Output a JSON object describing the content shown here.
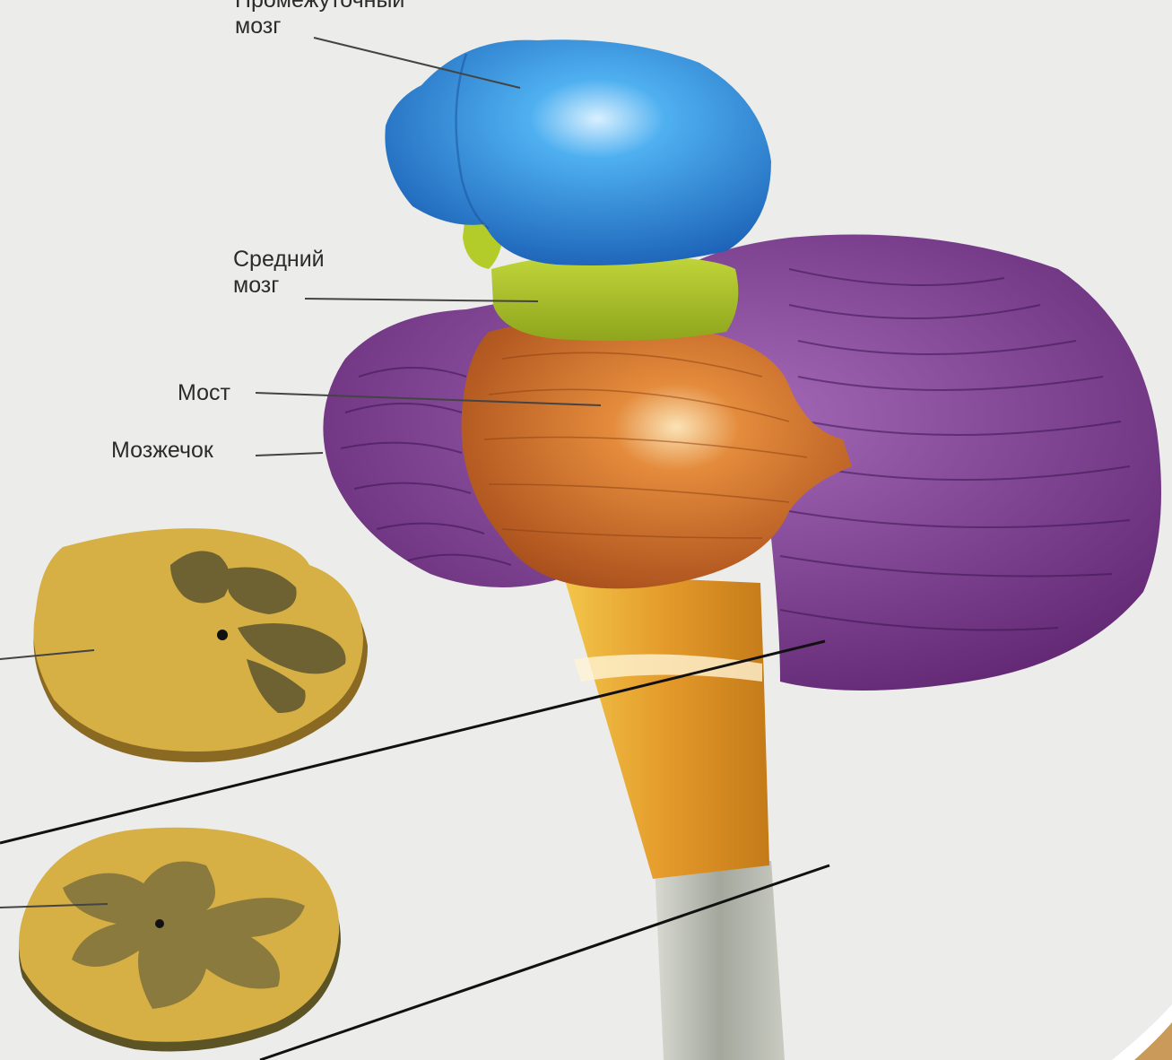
{
  "labels": {
    "diencephalon": {
      "line1": "Промежуточный",
      "line2": "мозг"
    },
    "midbrain": {
      "line1": "Средний",
      "line2": "мозг"
    },
    "pons": "Мост",
    "cerebellum": "Мозжечок"
  },
  "colors": {
    "background": "#ececea",
    "diencephalon": "#2f86d8",
    "midbrain": "#a8c225",
    "pons": "#d7762e",
    "cerebellum": "#7a3a8c",
    "medulla": "#e3a82a",
    "spinal_cord": "#b9bcb2",
    "section_white_matter": "#d7b045",
    "section_gray_matter": "#8b7a3e"
  }
}
